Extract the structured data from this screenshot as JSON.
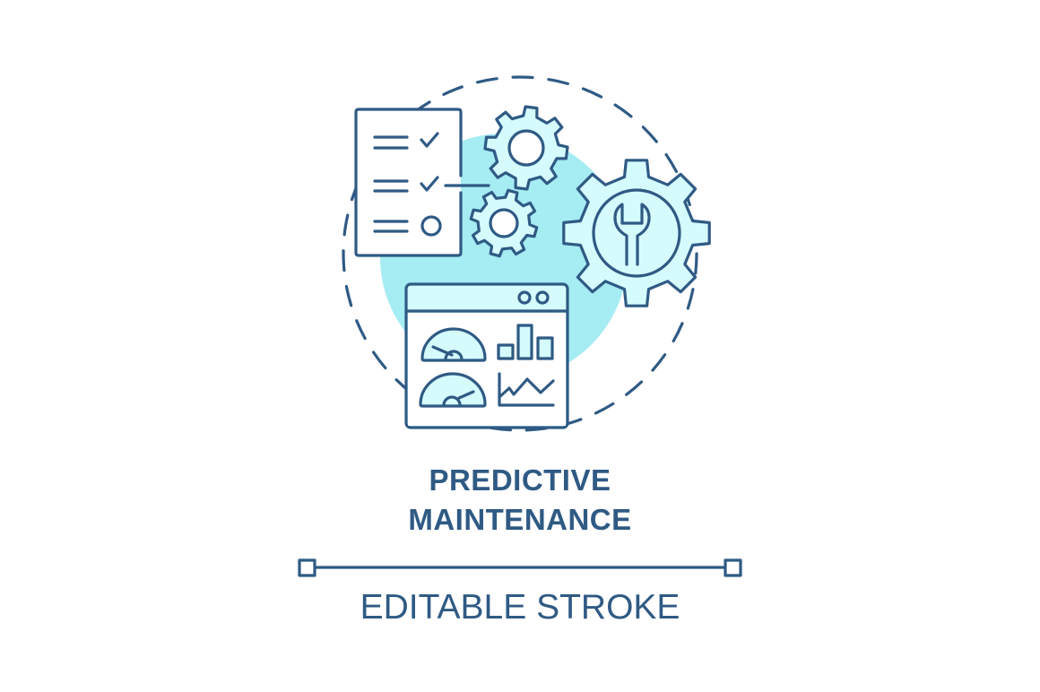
{
  "title_line1": "PREDICTIVE",
  "title_line2": "MAINTENANCE",
  "subtitle": "EDITABLE STROKE",
  "colors": {
    "stroke": "#2f5a84",
    "fill_light": "#d5fbfd",
    "accent_circle": "#a6ecf3",
    "background": "#ffffff"
  },
  "icons": [
    "checklist-document-icon",
    "gear-icon",
    "gear-icon",
    "wrench-gear-icon",
    "dashboard-window-icon"
  ]
}
